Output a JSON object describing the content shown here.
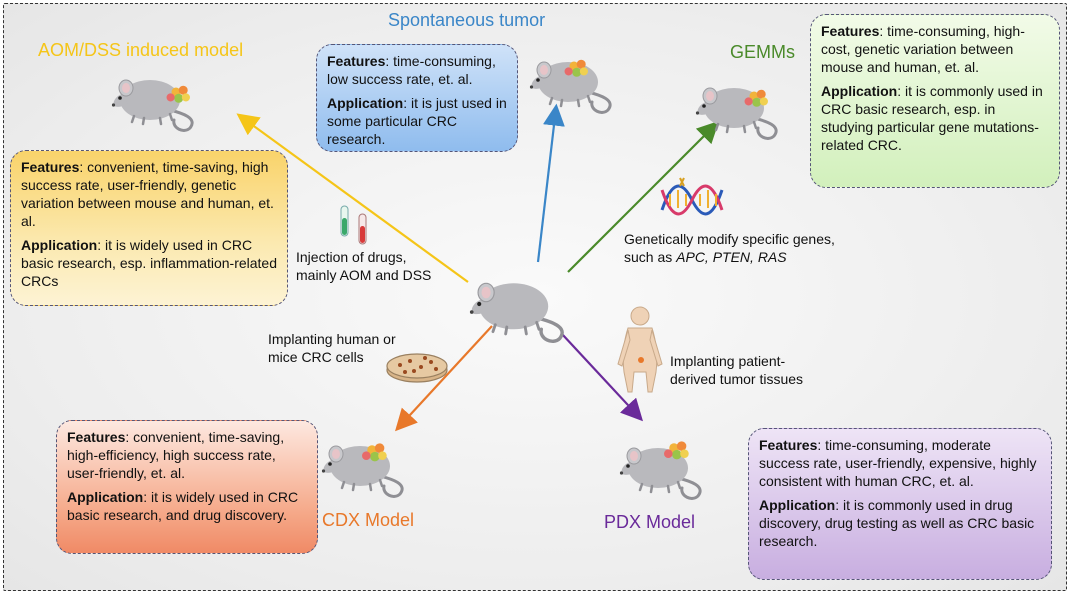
{
  "titles": {
    "aom": "AOM/DSS induced model",
    "spontaneous": "Spontaneous tumor",
    "gemms": "GEMMs",
    "cdx": "CDX Model",
    "pdx": "PDX Model"
  },
  "boxes": {
    "aom": {
      "features_label": "Features",
      "features": ": convenient,  time-saving, high success rate, user-friendly, genetic variation between mouse and human, et. al.",
      "application_label": "Application",
      "application": ": it is widely used in CRC basic research, esp. inflammation-related CRCs"
    },
    "spontaneous": {
      "features_label": "Features",
      "features": ": time-consuming, low success rate, et. al.",
      "application_label": "Application",
      "application": ": it is just used in some particular CRC research."
    },
    "gemms": {
      "features_label": "Features",
      "features": ": time-consuming, high-cost, genetic variation between mouse and human, et. al.",
      "application_label": "Application",
      "application": ": it is commonly used in CRC basic research, esp. in studying particular gene mutations-related CRC."
    },
    "cdx": {
      "features_label": "Features",
      "features": ": convenient,  time-saving, high-efficiency, high success rate, user-friendly, et. al.",
      "application_label": "Application",
      "application": ": it is widely used in CRC basic research, and drug discovery."
    },
    "pdx": {
      "features_label": "Features",
      "features": ": time-consuming, moderate success rate, user-friendly, expensive, highly consistent with human CRC, et. al.",
      "application_label": "Application",
      "application": ": it is commonly used in drug discovery, drug testing as well as CRC basic research."
    }
  },
  "notes": {
    "injection": "Injection of drugs, mainly AOM and DSS",
    "genetic_prefix": "Genetically modify specific genes, such as ",
    "genetic_genes": "APC, PTEN, RAS",
    "implant_cells": "Implanting human or mice CRC cells",
    "implant_tissue": "Implanting patient-derived tumor tissues"
  },
  "colors": {
    "aom": "#f5c518",
    "spontaneous": "#3a86c8",
    "gemms": "#4a8a2a",
    "cdx": "#e8782a",
    "pdx": "#6a2a9a",
    "mouse": "#b9b9bd",
    "mouse_dark": "#8f8f94"
  },
  "icons": [
    "mouse-icon",
    "tumor-cluster-icon",
    "test-tubes-icon",
    "dna-helix-icon",
    "petri-dish-icon",
    "human-body-icon"
  ]
}
